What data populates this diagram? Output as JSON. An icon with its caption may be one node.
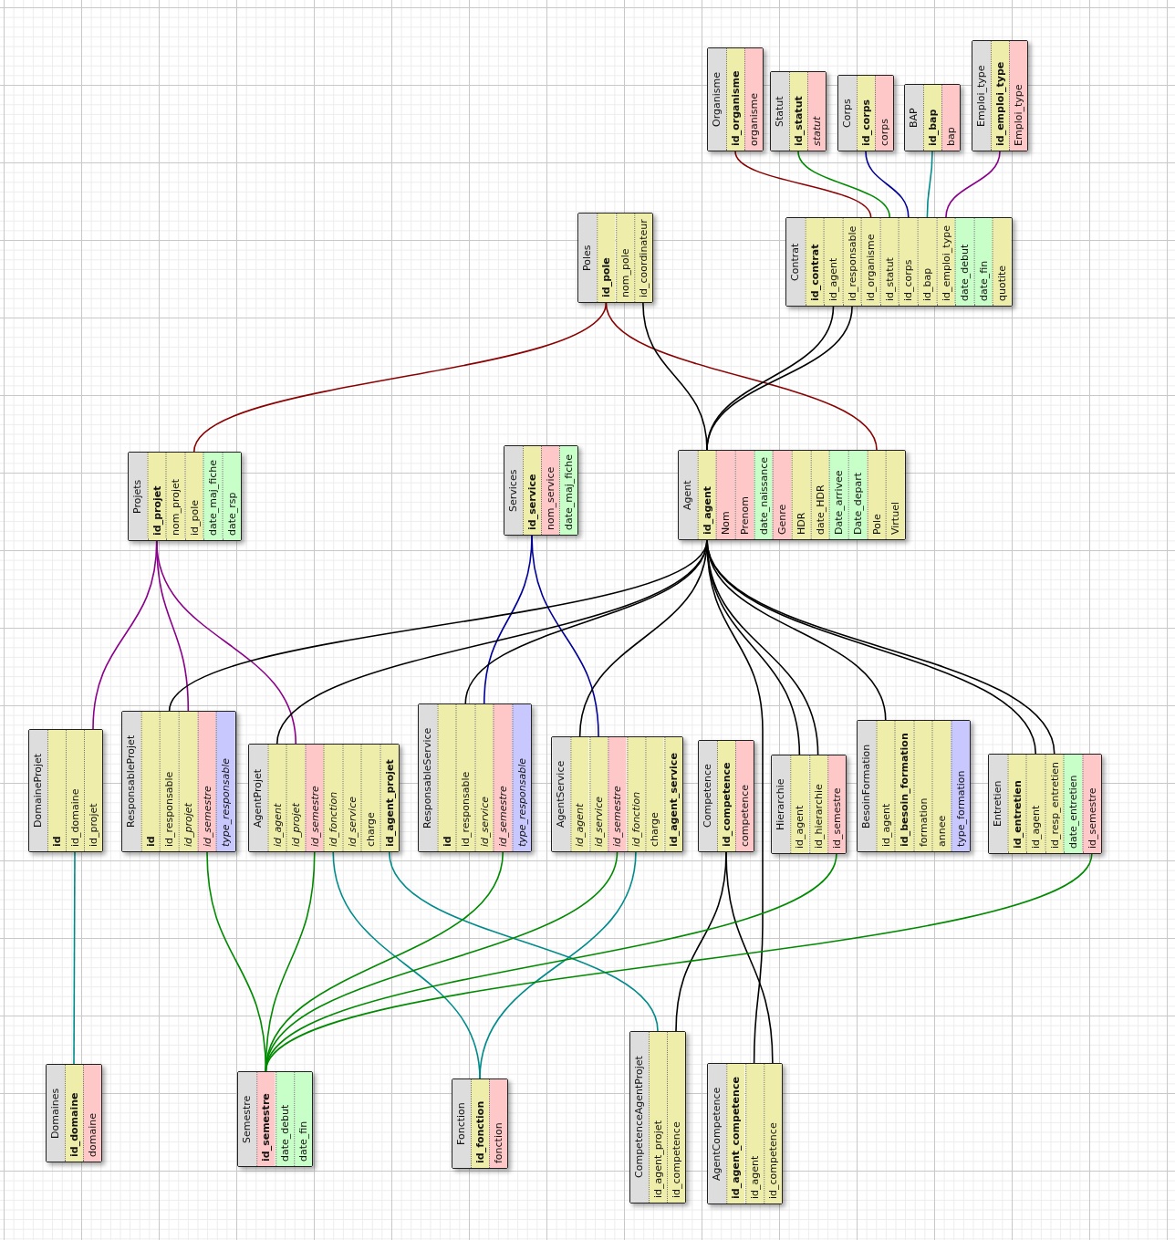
{
  "diagram": {
    "nodes": [
      {
        "text": [
          "Organisme",
          "id_organisme",
          "organisme"
        ]
      },
      {
        "text": [
          "Statut",
          "id_statut",
          "statut"
        ]
      },
      {
        "text": [
          "Corps",
          "id_corps",
          "corps"
        ]
      },
      {
        "text": [
          "BAP",
          "id_bap",
          "bap"
        ]
      },
      {
        "text": [
          "Emploi_type",
          "id_emploi_type",
          "Emploi_type"
        ]
      },
      {
        "text": [
          "Poles",
          "id_pole",
          "nom_pole",
          "id_coordinateur"
        ]
      },
      {
        "text": [
          "Contrat",
          "id_contrat",
          "id_agent",
          "id_responsable",
          "id_organisme",
          "id_statut",
          "id_corps",
          "id_bap",
          "id_emploi_type",
          "date_debut",
          "date_fin",
          "quotite"
        ]
      },
      {
        "text": [
          "Projets",
          "id_projet",
          "nom_projet",
          "id_pole",
          "date_maj_fiche",
          "date_rsp"
        ]
      },
      {
        "text": [
          "Services",
          "id_service",
          "nom_service",
          "date_maj_fiche"
        ]
      },
      {
        "text": [
          "Agent",
          "id_agent",
          "Nom",
          "Prenom",
          "date_naissance",
          "Genre",
          "HDR",
          "date_HDR",
          "Date_arrivee",
          "Date_depart",
          "Pole",
          "Virtuel"
        ]
      },
      {
        "text": [
          "DomaineProjet",
          "id",
          "id_domaine",
          "id_projet"
        ]
      },
      {
        "text": [
          "ResponsableProjet",
          "id",
          "id_responsable",
          "id_projet",
          "id_semestre",
          "type_responsable"
        ]
      },
      {
        "text": [
          "AgentProjet",
          "id_agent",
          "id_projet",
          "id_semestre",
          "id_fonction",
          "id_service",
          "charge",
          "id_agent_projet"
        ]
      },
      {
        "text": [
          "ResponsableService",
          "id",
          "id_responsable",
          "id_service",
          "id_semestre",
          "type_responsable"
        ]
      },
      {
        "text": [
          "AgentService",
          "id_agent",
          "id_service",
          "id_semestre",
          "id_fonction",
          "charge",
          "id_agent_service"
        ]
      },
      {
        "text": [
          "Competence",
          "id_competence",
          "competence"
        ]
      },
      {
        "text": [
          "Hierarchie",
          "id_agent",
          "id_hierarchie",
          "id_semestre"
        ]
      },
      {
        "text": [
          "BesoinFormation",
          "id_agent",
          "id_besoin_formation",
          "formation",
          "annee",
          "type_formation"
        ]
      },
      {
        "text": [
          "Entretien",
          "id_entretien",
          "id_agent",
          "id_resp_entretien",
          "date_entretien",
          "id_semestre"
        ]
      },
      {
        "text": [
          "Domaines",
          "id_domaine",
          "domaine"
        ]
      },
      {
        "text": [
          "Semestre",
          "id_semestre",
          "date_debut",
          "date_fin"
        ]
      },
      {
        "text": [
          "Fonction",
          "id_fonction",
          "fonction"
        ]
      },
      {
        "text": [
          "CompetenceAgentProjet",
          "id_agent_projet",
          "id_competence"
        ]
      },
      {
        "text": [
          "AgentCompetence",
          "id_agent_competence",
          "id_agent",
          "id_competence"
        ]
      }
    ],
    "edges": [
      {
        "from": 0,
        "to": 6,
        "arrow": "none",
        "color": "#8b0000"
      },
      {
        "from": 1,
        "to": 6,
        "arrow": "none",
        "color": "#008a00"
      },
      {
        "from": 2,
        "to": 6,
        "arrow": "none",
        "color": "#000099"
      },
      {
        "from": 3,
        "to": 6,
        "arrow": "none",
        "color": "#008b8b"
      },
      {
        "from": 4,
        "to": 6,
        "arrow": "none",
        "color": "#8b008b"
      },
      {
        "from": 5,
        "to": 7,
        "arrow": "none",
        "color": "#8b0000"
      },
      {
        "from": 5,
        "to": 9,
        "arrow": "none",
        "color": "#8b0000"
      },
      {
        "from": 5,
        "to": 9,
        "arrow": "none"
      },
      {
        "from": 6,
        "to": 9,
        "arrow": "none"
      },
      {
        "from": 6,
        "to": 9,
        "arrow": "none"
      },
      {
        "from": 7,
        "to": 10,
        "arrow": "none",
        "color": "#8b008b"
      },
      {
        "from": 7,
        "to": 11,
        "arrow": "none",
        "color": "#8b008b"
      },
      {
        "from": 7,
        "to": 12,
        "arrow": "none",
        "color": "#8b008b"
      },
      {
        "from": 8,
        "to": 13,
        "arrow": "none",
        "color": "#000099"
      },
      {
        "from": 8,
        "to": 14,
        "arrow": "none",
        "color": "#000099"
      },
      {
        "from": 9,
        "to": 11,
        "arrow": "none"
      },
      {
        "from": 9,
        "to": 12,
        "arrow": "none"
      },
      {
        "from": 9,
        "to": 13,
        "arrow": "none"
      },
      {
        "from": 9,
        "to": 14,
        "arrow": "none"
      },
      {
        "from": 9,
        "to": 23,
        "arrow": "none"
      },
      {
        "from": 9,
        "to": 16,
        "arrow": "none"
      },
      {
        "from": 9,
        "to": 16,
        "arrow": "none"
      },
      {
        "from": 9,
        "to": 17,
        "arrow": "none"
      },
      {
        "from": 9,
        "to": 18,
        "arrow": "none"
      },
      {
        "from": 9,
        "to": 18,
        "arrow": "none"
      },
      {
        "from": 10,
        "to": 19,
        "arrow": "none",
        "color": "#008b8b"
      },
      {
        "from": 11,
        "to": 20,
        "arrow": "none",
        "color": "#008a00"
      },
      {
        "from": 12,
        "to": 20,
        "arrow": "none",
        "color": "#008a00"
      },
      {
        "from": 12,
        "to": 21,
        "arrow": "none",
        "color": "#008b8b"
      },
      {
        "from": 12,
        "to": 22,
        "arrow": "none",
        "color": "#008b8b"
      },
      {
        "from": 13,
        "to": 20,
        "arrow": "none",
        "color": "#008a00"
      },
      {
        "from": 14,
        "to": 20,
        "arrow": "none",
        "color": "#008a00"
      },
      {
        "from": 14,
        "to": 21,
        "arrow": "none",
        "color": "#008b8b"
      },
      {
        "from": 15,
        "to": 22,
        "arrow": "none"
      },
      {
        "from": 15,
        "to": 23,
        "arrow": "none"
      },
      {
        "from": 16,
        "to": 20,
        "arrow": "none",
        "color": "#008a00"
      },
      {
        "from": 18,
        "to": 20,
        "arrow": "none",
        "color": "#008a00"
      }
    ]
  }
}
